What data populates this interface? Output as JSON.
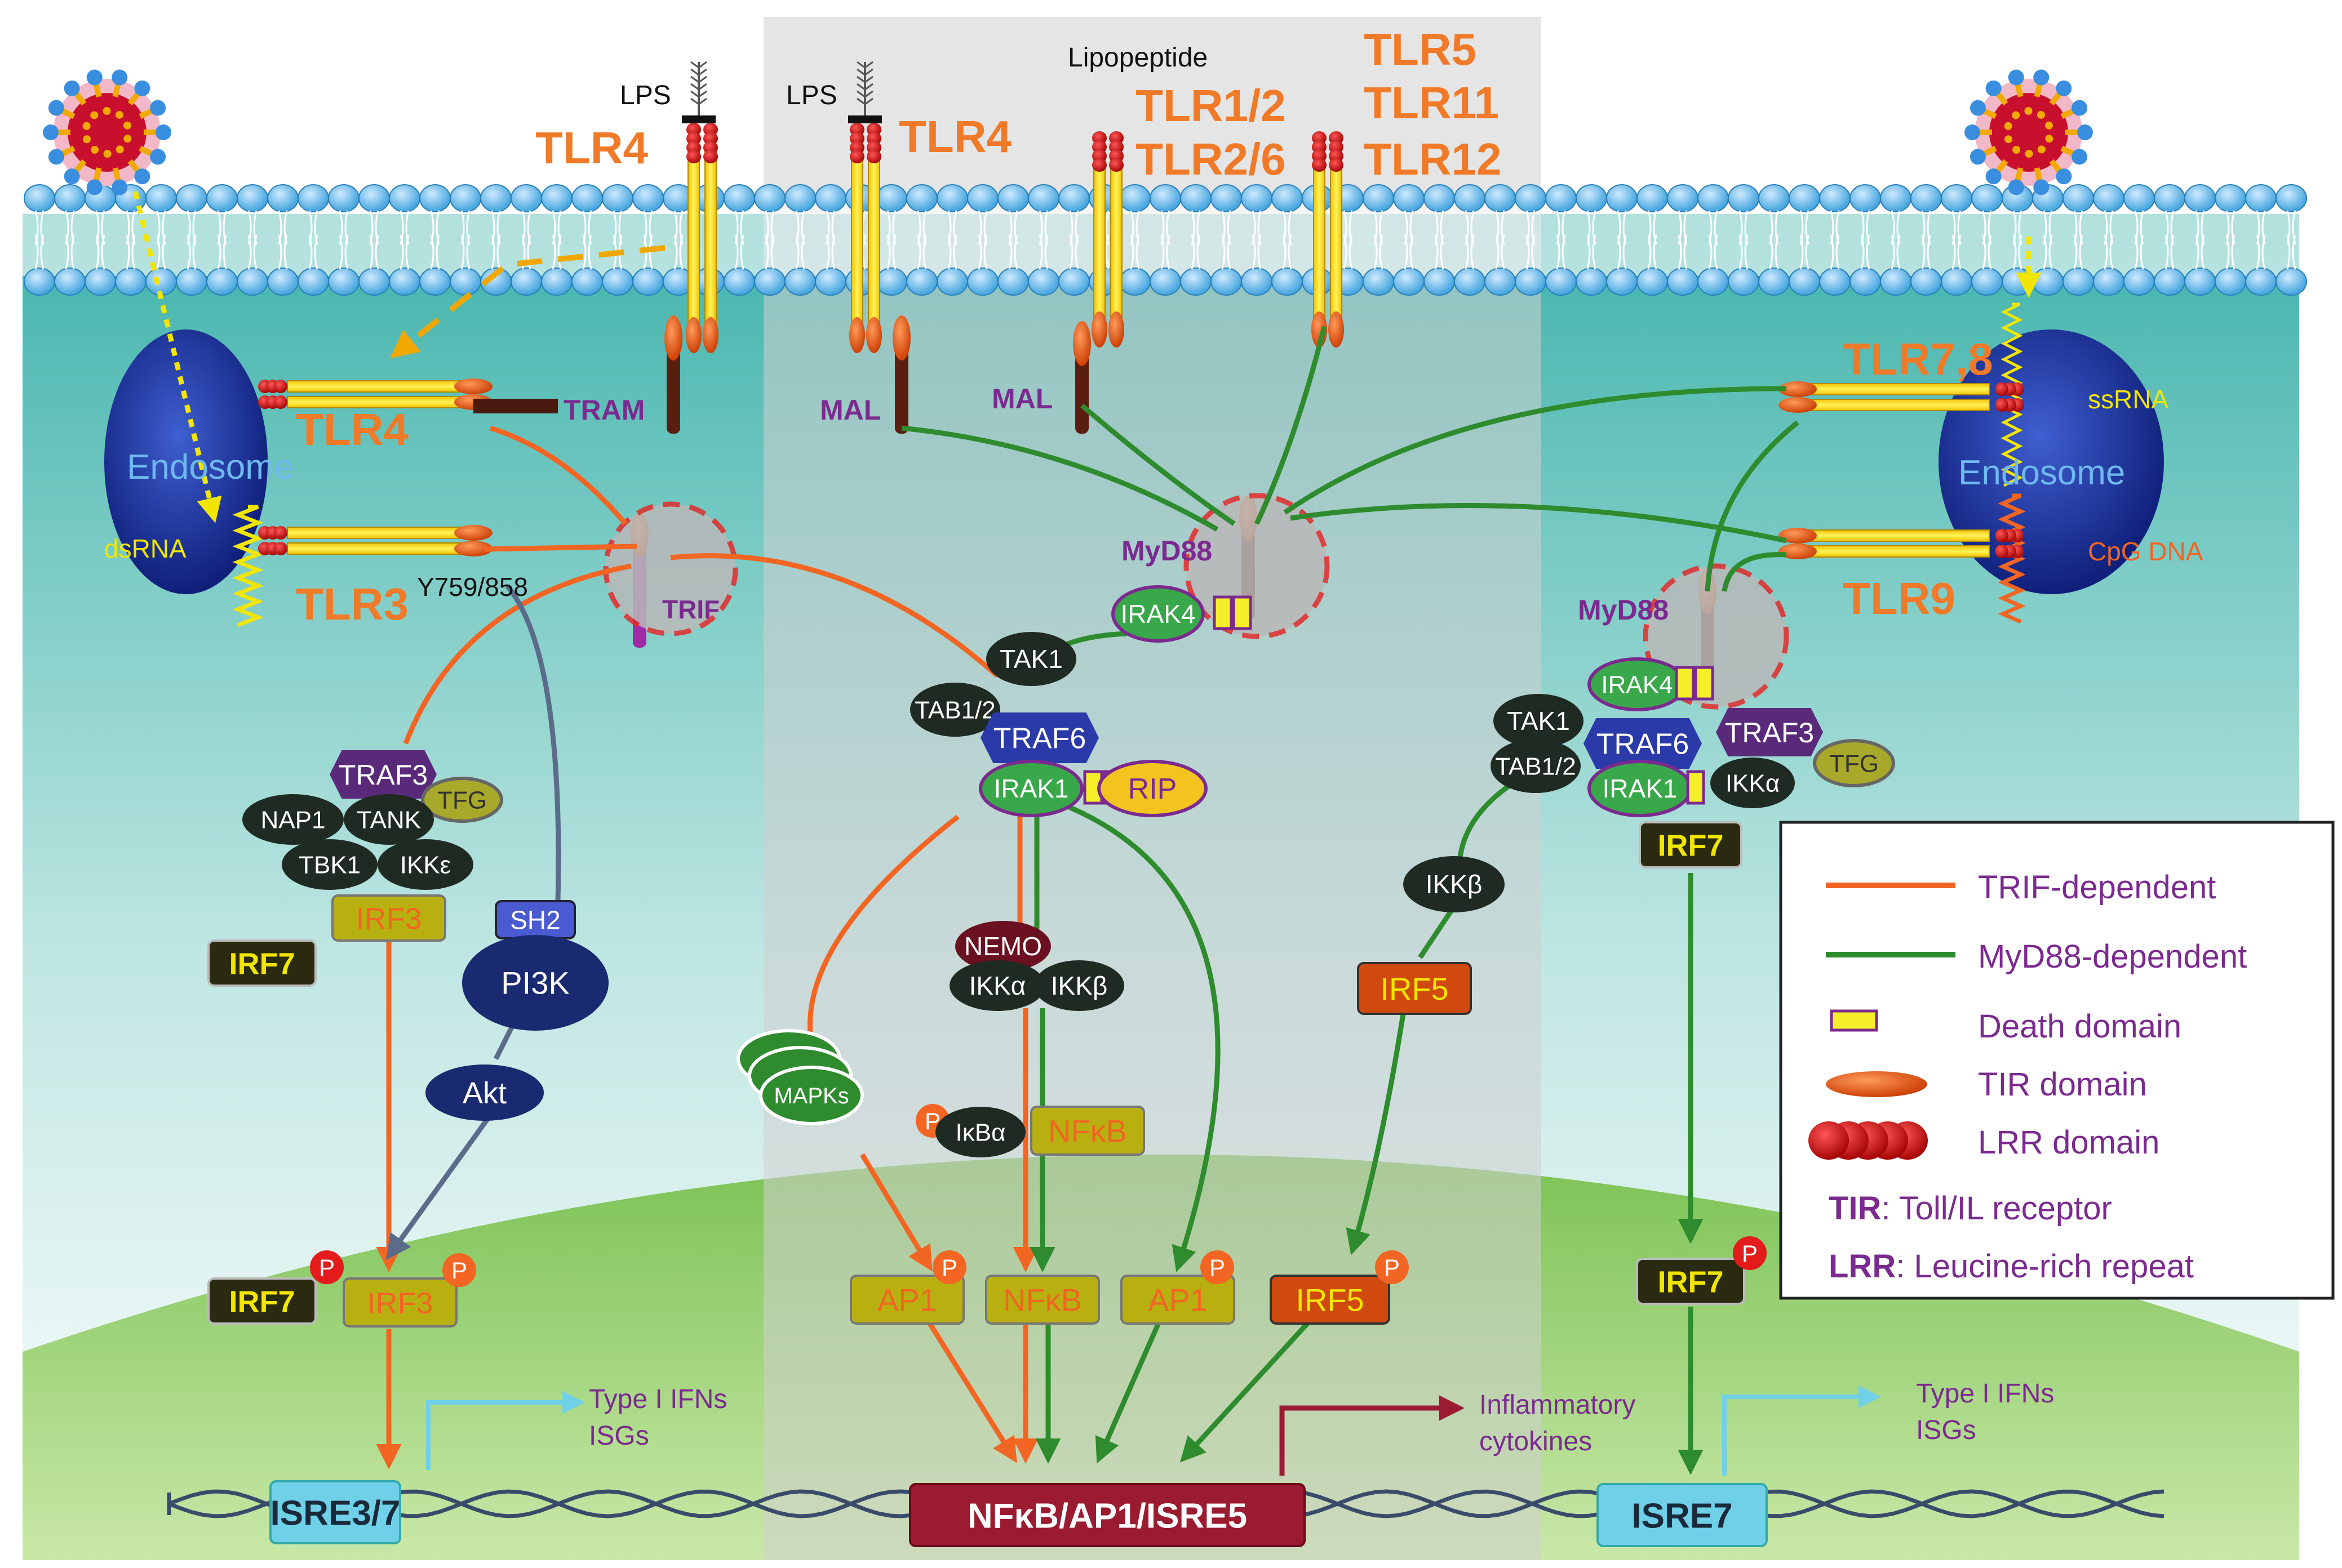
{
  "colors": {
    "trif": "#f26522",
    "myd88": "#2e8b2e",
    "pi3k_path": "#5b6b8a",
    "tlr_orange": "#f07a28",
    "purple": "#7b2a8f",
    "cell_top": "#45b8b0",
    "nucleus": "#8dc86a",
    "nfkb_box": "#9b1b30"
  },
  "labels": {
    "lps_left": "LPS",
    "lps_mid": "LPS",
    "lipopeptide": "Lipopeptide",
    "tlr4_surface_left": "TLR4",
    "tlr4_surface_mid": "TLR4",
    "tlr12": "TLR1/2",
    "tlr26": "TLR2/6",
    "tlr5": "TLR5",
    "tlr11": "TLR11",
    "tlr12b": "TLR12",
    "tlr4_endo": "TLR4",
    "tlr3": "TLR3",
    "tlr78": "TLR7,8",
    "tlr9": "TLR9",
    "tram": "TRAM",
    "mal1": "MAL",
    "mal2": "MAL",
    "trif": "TRIF",
    "y759": "Y759/858",
    "endosome_left": "Endosome",
    "endosome_right": "Endosome",
    "dsrna": "dsRNA",
    "ssrna": "ssRNA",
    "cpg": "CpG DNA",
    "myd88_mid": "MyD88",
    "myd88_right": "MyD88"
  },
  "proteins": {
    "irak4_mid": "IRAK4",
    "irak4_right": "IRAK4",
    "tak1_mid": "TAK1",
    "tab12_mid": "TAB1/2",
    "traf6_mid": "TRAF6",
    "irak1_mid": "IRAK1",
    "rip": "RIP",
    "tak1_right": "TAK1",
    "tab12_right": "TAB1/2",
    "traf6_right": "TRAF6",
    "irak1_right": "IRAK1",
    "traf3_right": "TRAF3",
    "ikka_right": "IKKα",
    "tfg_right": "TFG",
    "traf3_left": "TRAF3",
    "tfg_left": "TFG",
    "nap1": "NAP1",
    "tank": "TANK",
    "tbk1": "TBK1",
    "ikke": "IKKε",
    "irf3_left": "IRF3",
    "irf7_left": "IRF7",
    "sh2": "SH2",
    "pi3k": "PI3K",
    "akt": "Akt",
    "nemo": "NEMO",
    "ikka_mid": "IKKα",
    "ikkb_mid": "IKKβ",
    "mapks": "MAPKs",
    "p": "P",
    "ikba": "IκBα",
    "nfkb_cyto": "NFκB",
    "ikkb_right": "IKKβ",
    "irf5": "IRF5",
    "irf7_right": "IRF7",
    "irf7_pleft": "IRF7",
    "irf3_pleft": "IRF3",
    "ap1_a": "AP1",
    "nfkb_nuc": "NFκB",
    "ap1_b": "AP1",
    "irf5_p": "IRF5",
    "irf7_pright": "IRF7"
  },
  "nucleus": {
    "isre37": "ISRE3/7",
    "nfkb_box": "NFκB/AP1/ISRE5",
    "isre7": "ISRE7",
    "typei_left_1": "Type I IFNs",
    "typei_left_2": "ISGs",
    "typei_right_1": "Type I IFNs",
    "typei_right_2": "ISGs",
    "inflam_1": "Inflammatory",
    "inflam_2": "cytokines"
  },
  "legend": {
    "trif_dep": "TRIF-dependent",
    "myd88_dep": "MyD88-dependent",
    "death": "Death domain",
    "tir": "TIR domain",
    "lrr": "LRR domain",
    "tir_abbr": "TIR",
    "tir_def": ": Toll/IL receptor",
    "lrr_abbr": "LRR",
    "lrr_def": ": Leucine-rich repeat"
  }
}
